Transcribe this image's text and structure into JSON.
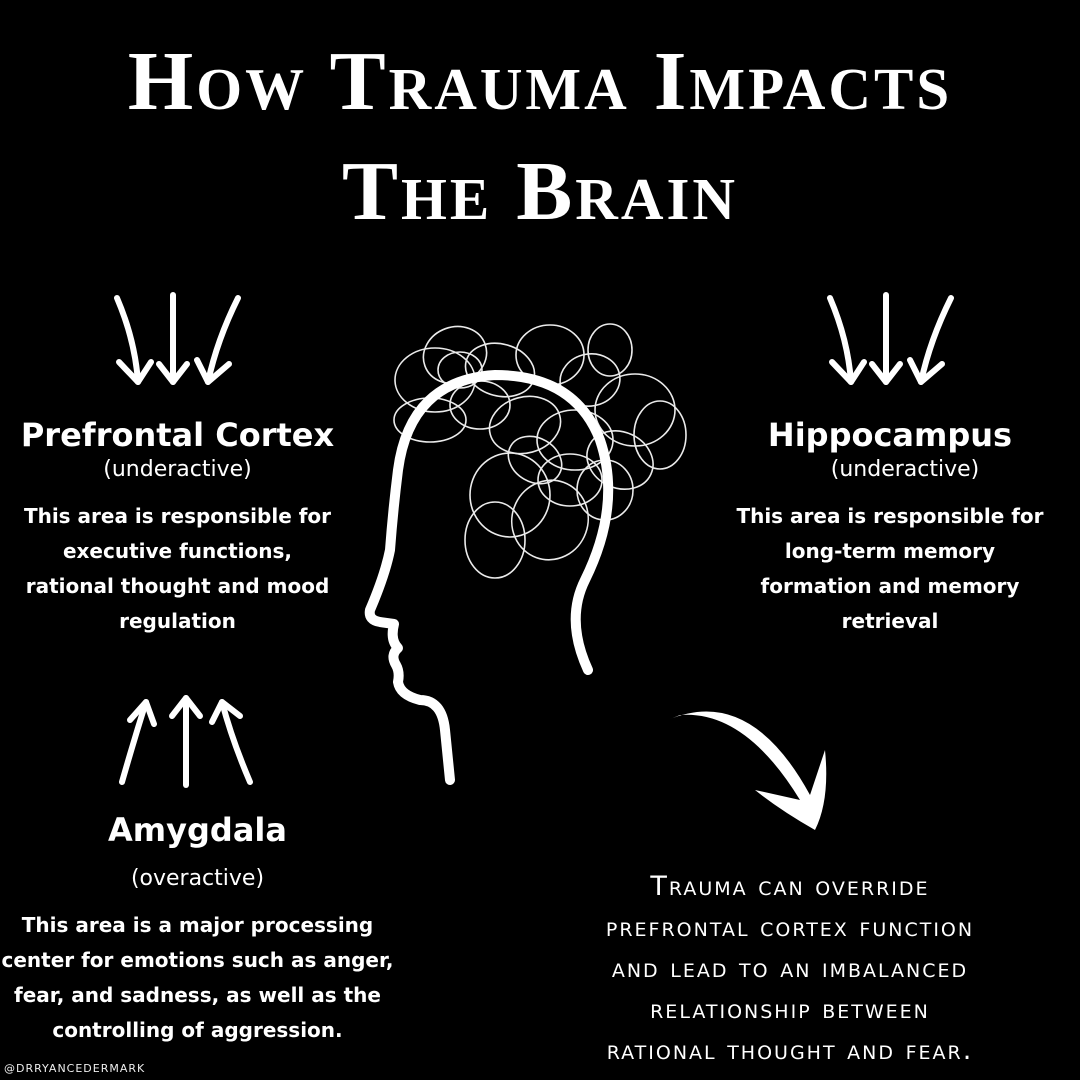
{
  "title": {
    "line1": "How Trauma Impacts",
    "line2": "The Brain"
  },
  "regions": [
    {
      "name": "Prefrontal Cortex",
      "status": "(underactive)",
      "arrow_direction": "down",
      "description": [
        "This area is responsible for",
        "executive functions,",
        "rational thought and mood",
        "regulation"
      ]
    },
    {
      "name": "Hippocampus",
      "status": "(underactive)",
      "arrow_direction": "down",
      "description": [
        "This area is responsible for",
        "long-term memory",
        "formation and memory",
        "retrieval"
      ]
    },
    {
      "name": "Amygdala",
      "status": "(overactive)",
      "arrow_direction": "up",
      "description": [
        "This area is a major processing",
        "center for emotions such as anger,",
        "fear, and sadness, as well as the",
        "controlling of aggression."
      ]
    }
  ],
  "callout": {
    "lines": [
      "Trauma can override",
      "prefrontal cortex function",
      "and lead to an imbalanced",
      "relationship between",
      "rational thought and fear."
    ]
  },
  "handle": "@DRRYANCEDERMARK",
  "colors": {
    "background": "#000000",
    "foreground": "#ffffff"
  },
  "icons": {
    "region_arrows": "triple-arrow-icon",
    "illustration": "head-profile-tangled-brain",
    "callout_arrow": "curved-arrow-icon"
  }
}
